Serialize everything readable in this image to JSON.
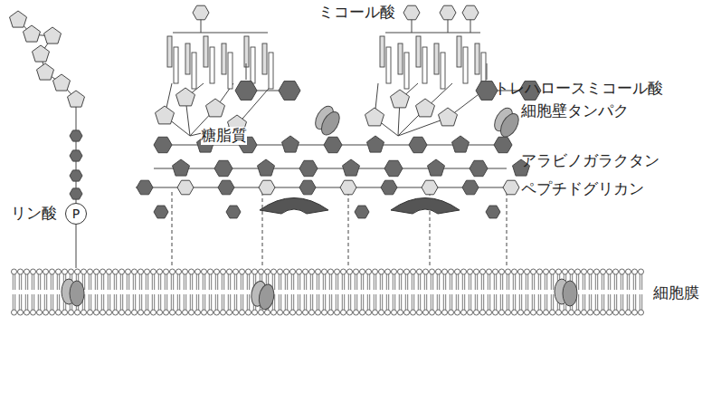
{
  "diagram": {
    "nodes": [
      {
        "text": [
          "P"
        ]
      }
    ],
    "labels": [
      "ミコール酸",
      "トレハロースミコール酸",
      "細胞壁タンパク",
      "糖脂質",
      "アラビノガラクタン",
      "ペプチドグリカン",
      "リン酸",
      "細胞膜"
    ]
  }
}
